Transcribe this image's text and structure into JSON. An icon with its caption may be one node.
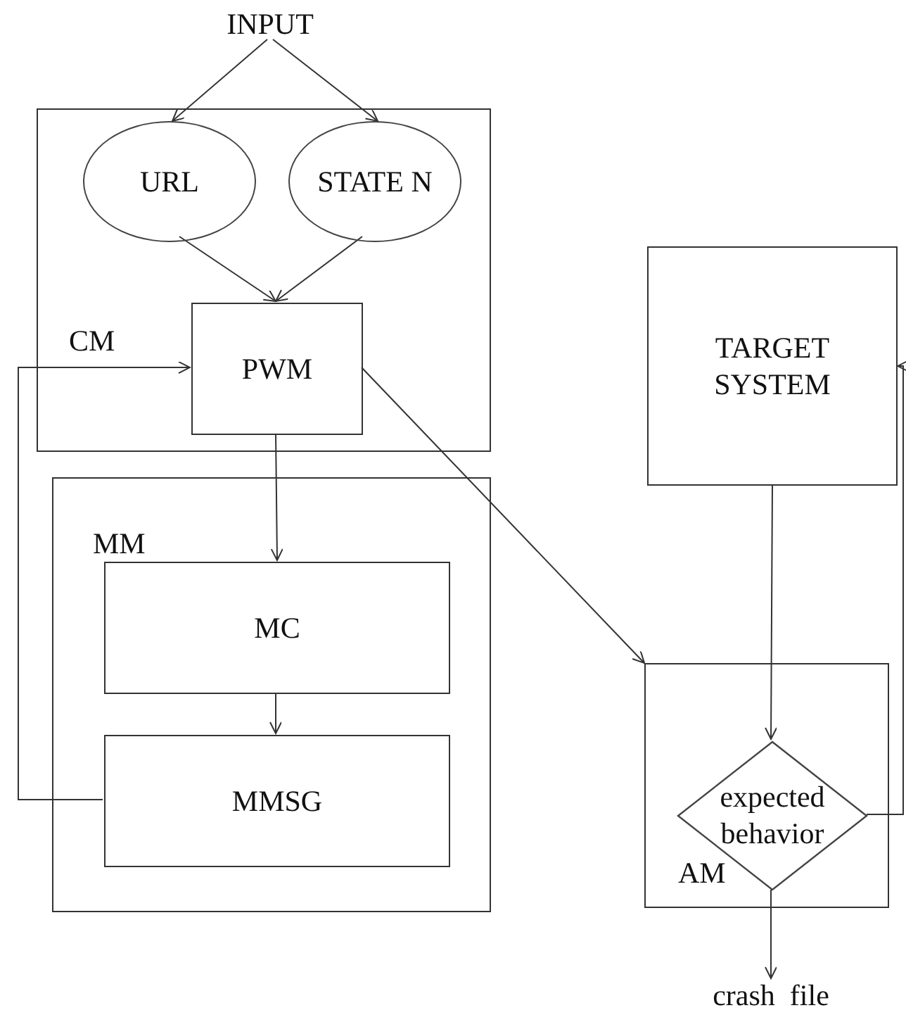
{
  "diagram": {
    "nodes": [
      {
        "text": [
          "INPUT"
        ]
      },
      {
        "text": [
          "CM"
        ]
      },
      {
        "text": [
          "URL"
        ],
        "in": 1
      },
      {
        "text": [
          "STATE N"
        ],
        "in": 1
      },
      {
        "text": [
          "PWM"
        ],
        "in": 1
      },
      {
        "text": [
          "MM"
        ]
      },
      {
        "text": [
          "MC"
        ],
        "in": 5
      },
      {
        "text": [
          "MMSG"
        ],
        "in": 5
      },
      {
        "text": [
          "TARGET SYSTEM"
        ]
      },
      {
        "text": [
          "AM"
        ]
      },
      {
        "text": [
          "expected behavior"
        ],
        "in": 9
      },
      {
        "text": [
          "crash  file"
        ]
      }
    ],
    "edges": [
      {
        "from": 0,
        "to": 2,
        "arrow": "to"
      },
      {
        "from": 0,
        "to": 3,
        "arrow": "to"
      },
      {
        "from": 2,
        "to": 4,
        "arrow": "to"
      },
      {
        "from": 3,
        "to": 4,
        "arrow": "to"
      },
      {
        "from": 4,
        "to": 6,
        "arrow": "to"
      },
      {
        "from": 6,
        "to": 7,
        "arrow": "to"
      },
      {
        "from": 7,
        "to": 4,
        "arrow": "to"
      },
      {
        "from": 4,
        "to": 9,
        "arrow": "to"
      },
      {
        "from": 8,
        "to": 10,
        "arrow": "to"
      },
      {
        "from": 10,
        "to": 8,
        "arrow": "to"
      },
      {
        "from": 10,
        "to": 11,
        "arrow": "to"
      }
    ]
  }
}
